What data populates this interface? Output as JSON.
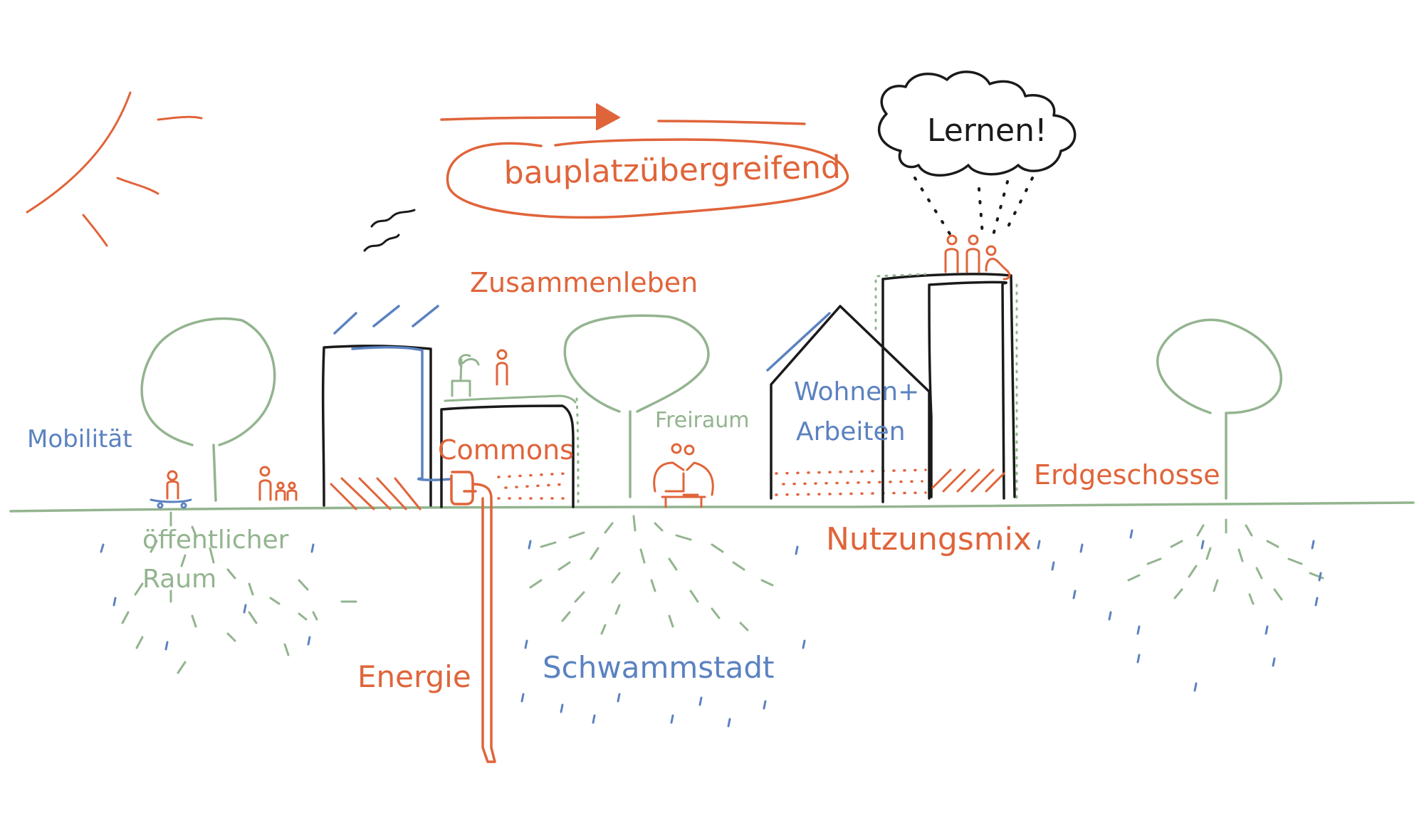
{
  "colors": {
    "orange": "#e0643a",
    "blue": "#5b82c0",
    "green": "#93b48f",
    "black": "#1a1a1a"
  },
  "labels": {
    "bauplatz": "bauplatzübergreifend",
    "lernen": "Lernen!",
    "zusammenleben": "Zusammenleben",
    "mobilitaet": "Mobilität",
    "commons": "Commons",
    "freiraum": "Freiraum",
    "wohnen_line1": "Wohnen+",
    "wohnen_line2": "Arbeiten",
    "erdgeschosse": "Erdgeschosse",
    "oeffentlicher_line1": "öffentlicher",
    "oeffentlicher_line2": "Raum",
    "nutzungsmix": "Nutzungsmix",
    "energie": "Energie",
    "schwammstadt": "Schwammstadt"
  }
}
